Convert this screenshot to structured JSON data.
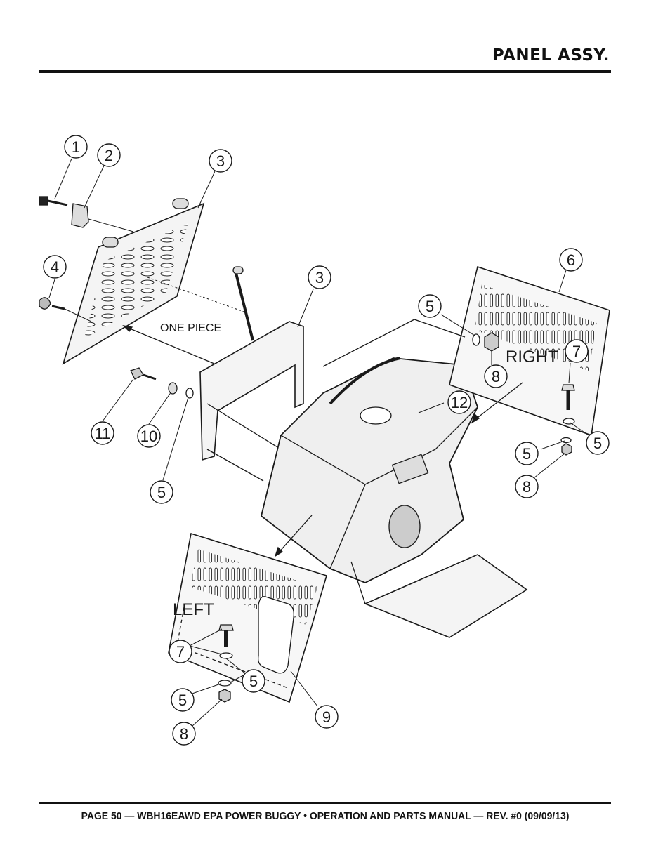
{
  "header": {
    "title": "PANEL ASSY."
  },
  "footer": {
    "text": "PAGE 50 — WBH16EAWD EPA POWER BUGGY • OPERATION AND PARTS MANUAL — REV. #0 (09/09/13)"
  },
  "diagram": {
    "labels": {
      "one_piece": "ONE PIECE",
      "right": "RIGHT",
      "left": "LEFT"
    },
    "callouts": [
      {
        "id": "c1",
        "n": "1"
      },
      {
        "id": "c2",
        "n": "2"
      },
      {
        "id": "c3a",
        "n": "3"
      },
      {
        "id": "c3b",
        "n": "3"
      },
      {
        "id": "c4",
        "n": "4"
      },
      {
        "id": "c5a",
        "n": "5"
      },
      {
        "id": "c5b",
        "n": "5"
      },
      {
        "id": "c5c",
        "n": "5"
      },
      {
        "id": "c5d",
        "n": "5"
      },
      {
        "id": "c5e",
        "n": "5"
      },
      {
        "id": "c5f",
        "n": "5"
      },
      {
        "id": "c6",
        "n": "6"
      },
      {
        "id": "c7a",
        "n": "7"
      },
      {
        "id": "c7b",
        "n": "7"
      },
      {
        "id": "c8a",
        "n": "8"
      },
      {
        "id": "c8b",
        "n": "8"
      },
      {
        "id": "c8c",
        "n": "8"
      },
      {
        "id": "c9",
        "n": "9"
      },
      {
        "id": "c10",
        "n": "10"
      },
      {
        "id": "c11",
        "n": "11"
      },
      {
        "id": "c12",
        "n": "12"
      }
    ]
  }
}
